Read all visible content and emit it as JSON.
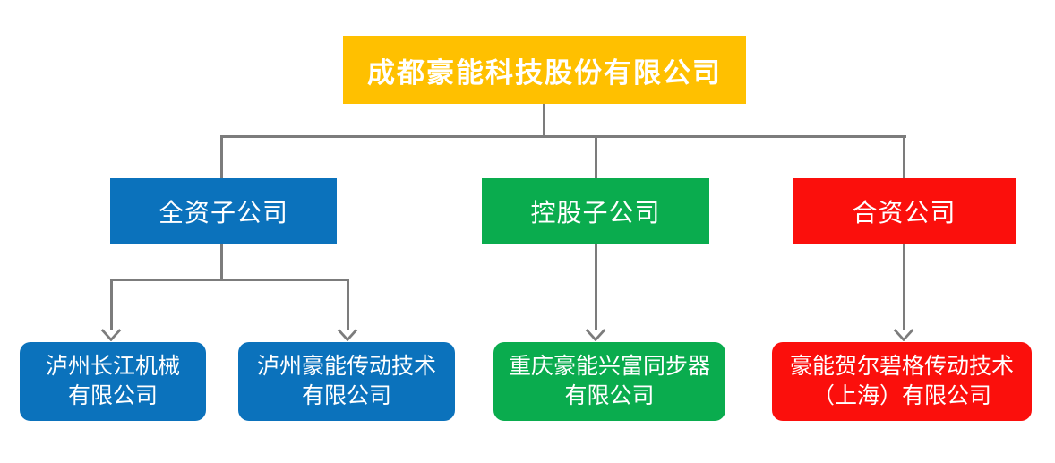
{
  "colors": {
    "background": "#FFFFFF",
    "root": "#FFC000",
    "wholly": "#0B72BC",
    "holding": "#0AAC4E",
    "joint": "#FB0F0C",
    "line": "#7C7C7C",
    "text": "#FFFFFF"
  },
  "org": {
    "root": {
      "label": "成都豪能科技股份有限公司"
    },
    "categories": [
      {
        "label": "全资子公司"
      },
      {
        "label": "控股子公司"
      },
      {
        "label": "合资公司"
      }
    ],
    "subsidiaries": [
      {
        "line1": "泸州长江机械",
        "line2": "有限公司"
      },
      {
        "line1": "泸州豪能传动技术",
        "line2": "有限公司"
      },
      {
        "line1": "重庆豪能兴富同步器",
        "line2": "有限公司"
      },
      {
        "line1": "豪能贺尔碧格传动技术",
        "line2": "（上海）有限公司"
      }
    ]
  }
}
